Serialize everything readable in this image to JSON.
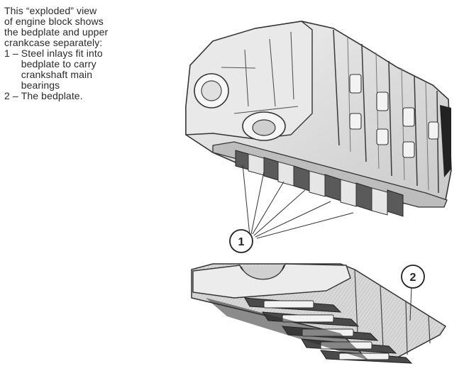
{
  "caption": {
    "intro_lines": [
      "This “exploded” view",
      "of engine block shows",
      "the bedplate and upper",
      "crankcase separately:"
    ],
    "items": [
      {
        "number": "1 – ",
        "lines": [
          "Steel inlays fit into",
          "bedplate to carry",
          "crankshaft main",
          "bearings"
        ]
      },
      {
        "number": "2 – ",
        "lines": [
          "The bedplate."
        ]
      }
    ]
  },
  "figure": {
    "callouts": [
      {
        "id": "1"
      },
      {
        "id": "2"
      }
    ]
  }
}
